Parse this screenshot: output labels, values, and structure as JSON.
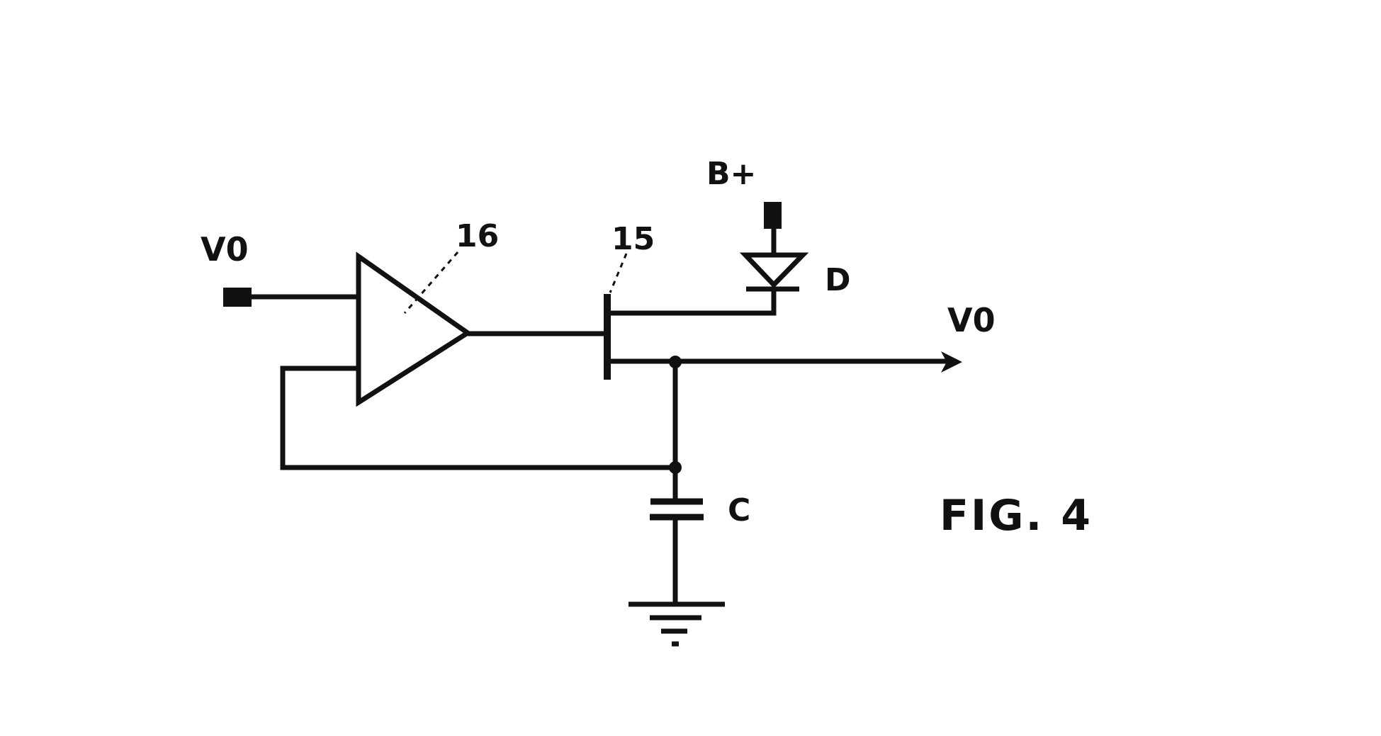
{
  "figure": {
    "caption": "FIG. 4",
    "labels": {
      "input_voltage": "V0",
      "amplifier": "16",
      "transistor": "15",
      "supply": "B+",
      "diode": "D",
      "output_voltage": "V0",
      "capacitor": "C"
    },
    "colors": {
      "ink": "#111111",
      "background": "#ffffff"
    }
  }
}
